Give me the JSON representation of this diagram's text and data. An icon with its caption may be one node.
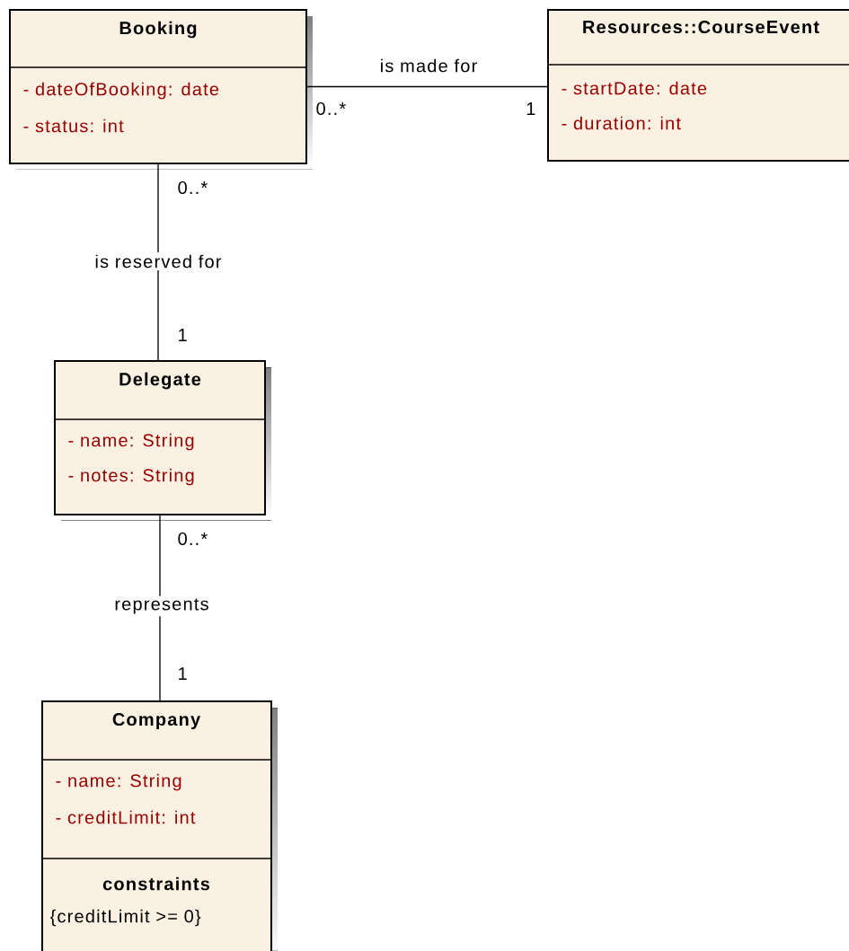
{
  "diagram": {
    "nodes": [
      {
        "text": [
          "Booking",
          "- dateOfBooking: date",
          "- status: int"
        ]
      },
      {
        "text": [
          "Resources::CourseEvent",
          "- startDate: date",
          "- duration: int"
        ]
      },
      {
        "text": [
          "Delegate",
          "- name: String",
          "- notes: String"
        ]
      },
      {
        "text": [
          "Company",
          "- name: String",
          "- creditLimit: int",
          "constraints",
          "{creditLimit >= 0}"
        ]
      }
    ],
    "edges": [
      {
        "from": 0,
        "to": 1,
        "arrow": "none",
        "label": "is made for"
      },
      {
        "from": 0,
        "to": 2,
        "arrow": "none",
        "label": "is reserved for"
      },
      {
        "from": 2,
        "to": 3,
        "arrow": "none",
        "label": "represents"
      }
    ],
    "labels": [
      "0..*",
      "1",
      "0..*",
      "1",
      "0..*",
      "1"
    ]
  }
}
